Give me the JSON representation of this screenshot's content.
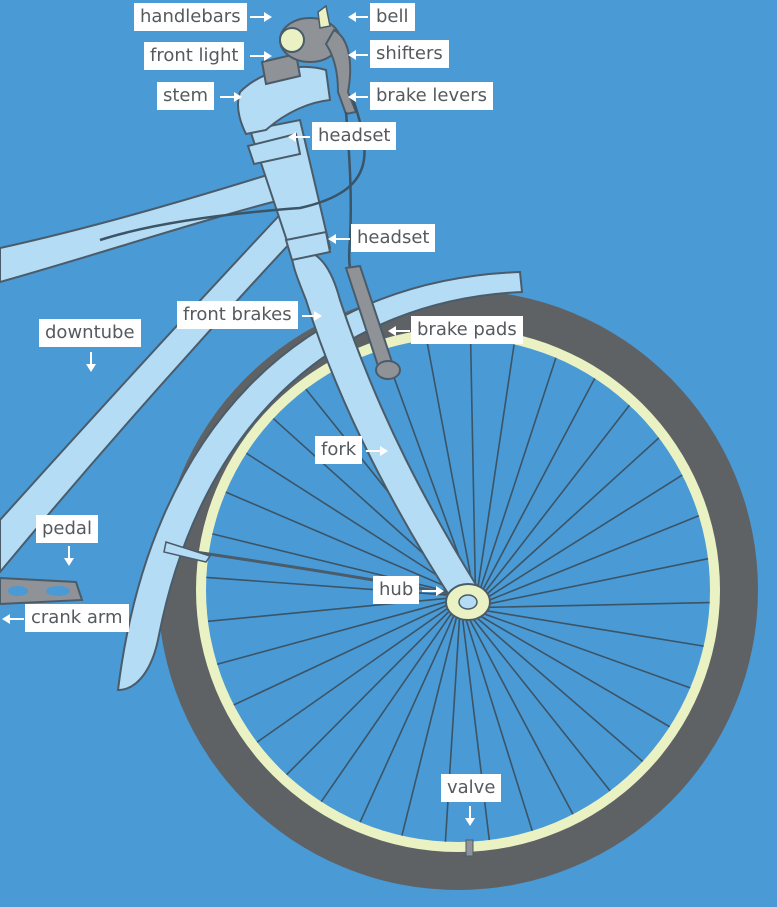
{
  "colors": {
    "background": "#4a9ad6",
    "frame": "#b4dcf4",
    "outline": "#4a5c6a",
    "tire": "#5f6265",
    "rim": "#eaf2c4",
    "parts": "#8f9297",
    "label_bg": "#ffffff",
    "label_text": "#555a5e",
    "arrow": "#ffffff"
  },
  "labels": {
    "handlebars": "handlebars",
    "bell": "bell",
    "front_light": "front light",
    "shifters": "shifters",
    "stem": "stem",
    "brake_levers": "brake levers",
    "headset_top": "headset",
    "headset_lower": "headset",
    "front_brakes": "front brakes",
    "brake_pads": "brake pads",
    "downtube": "downtube",
    "fork": "fork",
    "pedal": "pedal",
    "hub": "hub",
    "crank_arm": "crank arm",
    "valve": "valve"
  }
}
